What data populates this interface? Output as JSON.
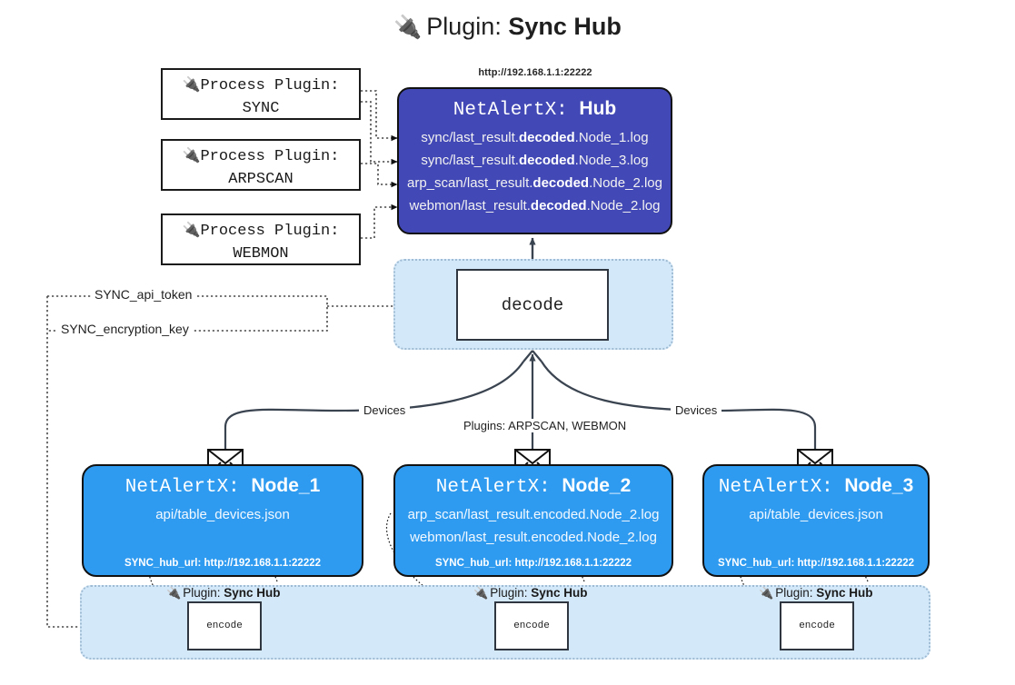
{
  "title": {
    "icon": "plug-icon",
    "prefix": "Plugin:",
    "name": "Sync Hub"
  },
  "process_plugins": [
    {
      "icon": "plug-icon",
      "line1": "Process Plugin:",
      "line2": "SYNC"
    },
    {
      "icon": "plug-icon",
      "line1": "Process Plugin:",
      "line2": "ARPSCAN"
    },
    {
      "icon": "plug-icon",
      "line1": "Process Plugin:",
      "line2": "WEBMON"
    }
  ],
  "hub": {
    "url": "http://192.168.1.1:22222",
    "title_prefix": "NetAlertX:",
    "title_name": "Hub",
    "logs": [
      {
        "pre": "sync/last_result.",
        "em": "decoded",
        "post": ".Node_1.log"
      },
      {
        "pre": "sync/last_result.",
        "em": "decoded",
        "post": ".Node_3.log"
      },
      {
        "pre": "arp_scan/last_result.",
        "em": "decoded",
        "post": ".Node_2.log"
      },
      {
        "pre": "webmon/last_result.",
        "em": "decoded",
        "post": ".Node_2.log"
      }
    ]
  },
  "wire_labels": {
    "api_token": "SYNC_api_token",
    "encryption_key": "SYNC_encryption_key"
  },
  "decode": {
    "label": "decode"
  },
  "mid_labels": {
    "devices_left": "Devices",
    "devices_right": "Devices",
    "plugins_center": "Plugins: ARPSCAN, WEBMON"
  },
  "nodes": [
    {
      "id": "node1",
      "icon": "envelope-icon",
      "title_prefix": "NetAlertX:",
      "title_name": "Node_1",
      "lines": [
        "api/table_devices.json"
      ],
      "hub_url_label": "SYNC_hub_url:",
      "hub_url_value": "http://192.168.1.1:22222"
    },
    {
      "id": "node2",
      "icon": "envelope-icon",
      "title_prefix": "NetAlertX:",
      "title_name": "Node_2",
      "lines": [
        "arp_scan/last_result.encoded.Node_2.log",
        "webmon/last_result.encoded.Node_2.log"
      ],
      "hub_url_label": "SYNC_hub_url:",
      "hub_url_value": "http://192.168.1.1:22222"
    },
    {
      "id": "node3",
      "icon": "envelope-icon",
      "title_prefix": "NetAlertX:",
      "title_name": "Node_3",
      "lines": [
        "api/table_devices.json"
      ],
      "hub_url_label": "SYNC_hub_url:",
      "hub_url_value": "http://192.168.1.1:22222"
    }
  ],
  "encode_row": [
    {
      "tag_prefix": "Plugin:",
      "tag_name": "Sync Hub",
      "box_label": "encode"
    },
    {
      "tag_prefix": "Plugin:",
      "tag_name": "Sync Hub",
      "box_label": "encode"
    },
    {
      "tag_prefix": "Plugin:",
      "tag_name": "Sync Hub",
      "box_label": "encode"
    }
  ],
  "colors": {
    "hub_fill": "#4248B5",
    "node_fill": "#2E9BF0",
    "zone_fill": "#D3E8F9",
    "stroke": "#111111",
    "background": "#FFFFFF"
  }
}
